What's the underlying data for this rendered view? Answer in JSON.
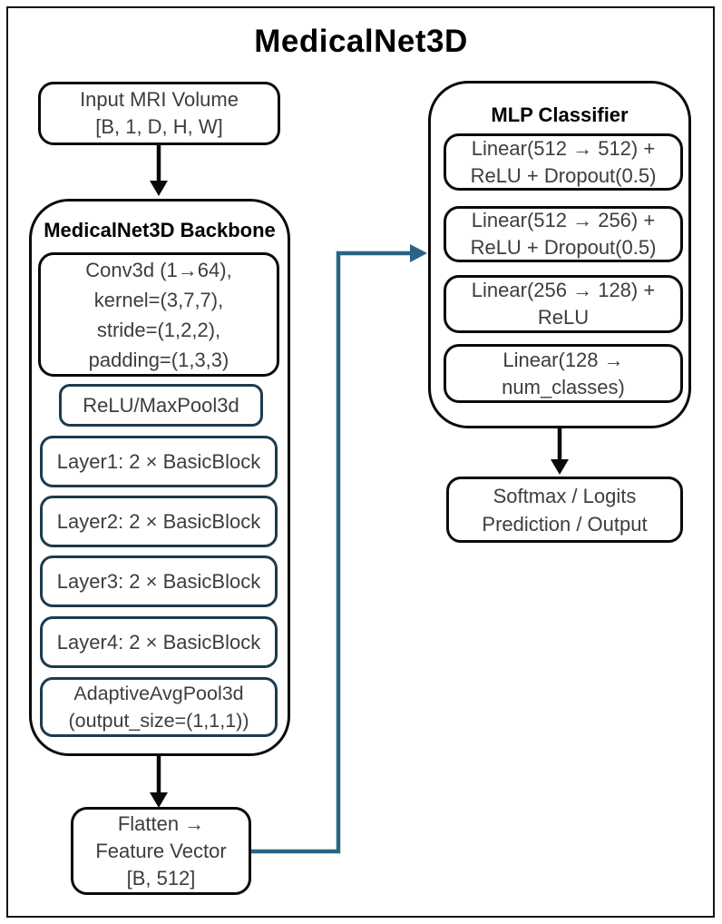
{
  "title": "MedicalNet3D",
  "colors": {
    "outer_border": "#0a0a0a",
    "inner_navy_border": "#1e3a4d",
    "connector_blue": "#2A6484",
    "text": "#3d3d3d"
  },
  "input_box": {
    "lines": [
      "Input MRI Volume",
      "[B, 1, D, H, W]"
    ]
  },
  "backbone": {
    "title": "MedicalNet3D Backbone",
    "blocks": [
      {
        "name": "conv3d",
        "lines": [
          "Conv3d (1→64),",
          "kernel=(3,7,7),",
          "stride=(1,2,2),",
          "padding=(1,3,3)"
        ]
      },
      {
        "name": "relu-maxpool",
        "lines": [
          "ReLU/MaxPool3d"
        ]
      },
      {
        "name": "layer1",
        "lines": [
          "Layer1: 2 × BasicBlock"
        ]
      },
      {
        "name": "layer2",
        "lines": [
          "Layer2: 2 × BasicBlock"
        ]
      },
      {
        "name": "layer3",
        "lines": [
          "Layer3: 2 × BasicBlock"
        ]
      },
      {
        "name": "layer4",
        "lines": [
          "Layer4: 2 × BasicBlock"
        ]
      },
      {
        "name": "adaptiveavgpool",
        "lines": [
          "AdaptiveAvgPool3d",
          "(output_size=(1,1,1))"
        ]
      }
    ]
  },
  "flatten_box": {
    "lines": [
      "Flatten →",
      "Feature Vector",
      "[B, 512]"
    ]
  },
  "mlp": {
    "title": "MLP Classifier",
    "blocks": [
      {
        "name": "linear-512-512",
        "lines": [
          "Linear(512 → 512) +",
          "ReLU + Dropout(0.5)"
        ]
      },
      {
        "name": "linear-512-256",
        "lines": [
          "Linear(512 → 256) +",
          "ReLU + Dropout(0.5)"
        ]
      },
      {
        "name": "linear-256-128",
        "lines": [
          "Linear(256 → 128) +",
          "ReLU"
        ]
      },
      {
        "name": "linear-128-out",
        "lines": [
          "Linear(128 →",
          "num_classes)"
        ]
      }
    ]
  },
  "output_box": {
    "lines": [
      "Softmax / Logits",
      "Prediction / Output"
    ]
  }
}
